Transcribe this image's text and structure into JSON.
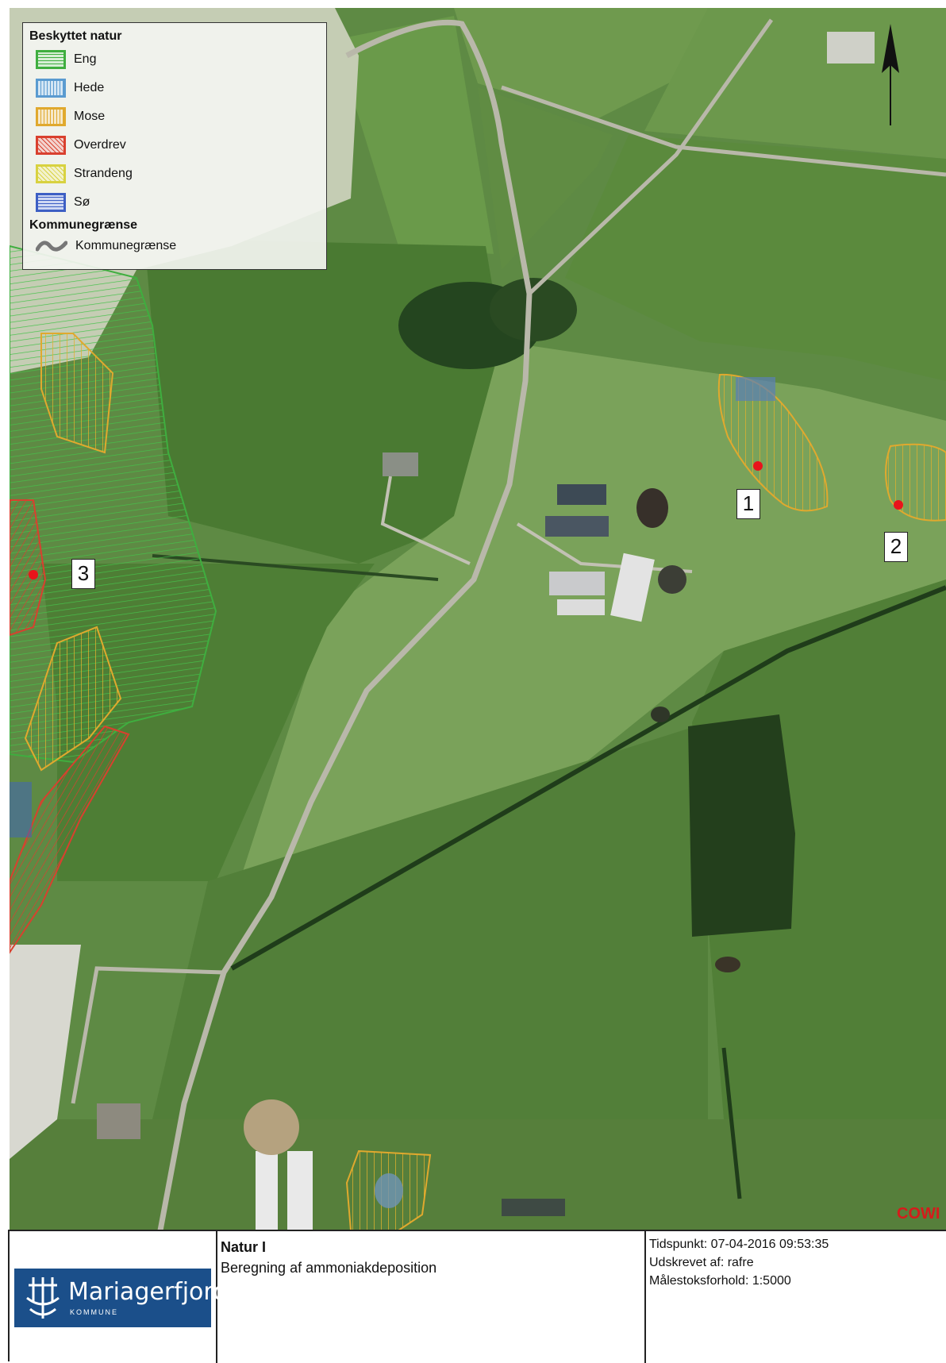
{
  "legend": {
    "section1": "Beskyttet natur",
    "items": [
      {
        "label": "Eng",
        "color": "#3fae3f"
      },
      {
        "label": "Hede",
        "color": "#5a9bd0"
      },
      {
        "label": "Mose",
        "color": "#e0a92e"
      },
      {
        "label": "Overdrev",
        "color": "#d9402e"
      },
      {
        "label": "Strandeng",
        "color": "#d8d240"
      },
      {
        "label": "Sø",
        "color": "#3d5fc4"
      }
    ],
    "section2": "Kommunegrænse",
    "boundary_label": "Kommunegrænse"
  },
  "markers": [
    "1",
    "2",
    "3"
  ],
  "watermark": "COWI",
  "footer": {
    "logo_name": "Mariagerfjord",
    "logo_sub": "KOMMUNE",
    "title": "Natur I",
    "subtitle": "Beregning af ammoniakdeposition",
    "timestamp": "Tidspunkt: 07-04-2016 09:53:35",
    "printed_by": "Udskrevet af: rafre",
    "scale": "Målestoksforhold: 1:5000"
  }
}
